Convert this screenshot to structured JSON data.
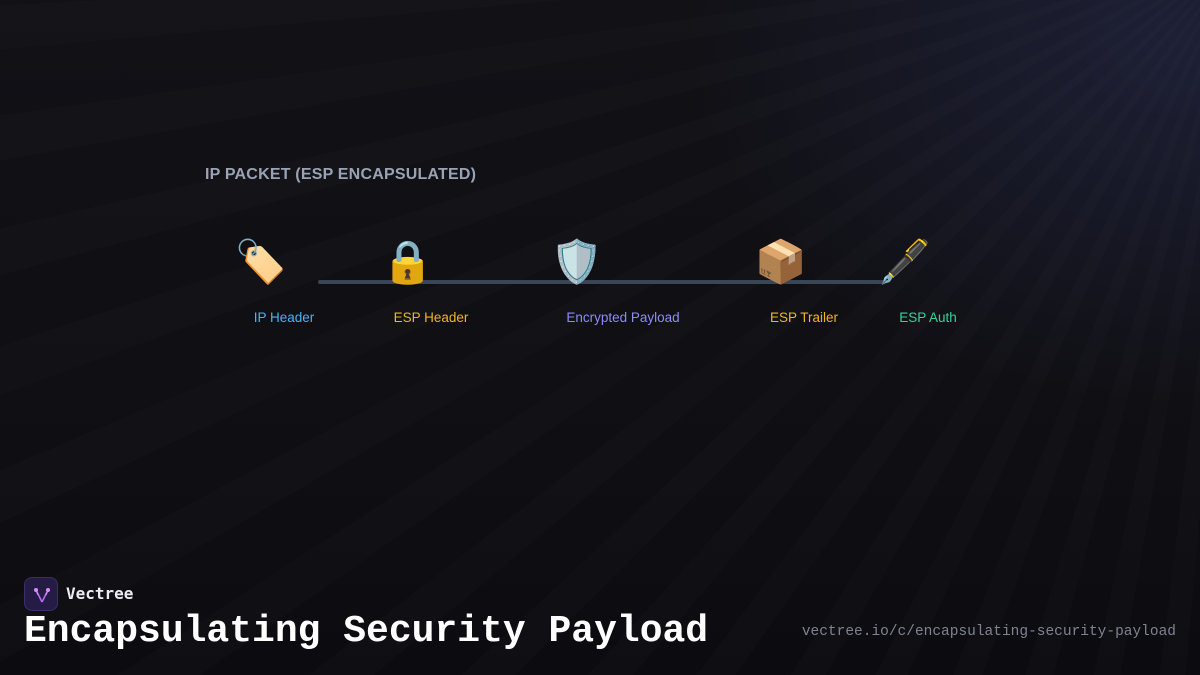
{
  "diagram": {
    "title": "IP PACKET (ESP ENCAPSULATED)",
    "segments": [
      {
        "label": "IP Header",
        "icon": "label-tag-icon",
        "glyph": "🏷️",
        "color": "#4cb3f0"
      },
      {
        "label": "ESP Header",
        "icon": "lock-icon",
        "glyph": "🔒",
        "color": "#f0b429"
      },
      {
        "label": "Encrypted Payload",
        "icon": "shield-icon",
        "glyph": "🛡️",
        "color": "#8c8cf5"
      },
      {
        "label": "ESP Trailer",
        "icon": "package-icon",
        "glyph": "📦",
        "color": "#f0b429"
      },
      {
        "label": "ESP Auth",
        "icon": "fountain-pen-icon",
        "glyph": "🖋️",
        "color": "#34d399"
      }
    ]
  },
  "footer": {
    "brand": "Vectree",
    "brand_icon": "vectree-logo-icon",
    "title": "Encapsulating Security Payload",
    "url": "vectree.io/c/encapsulating-security-payload"
  }
}
